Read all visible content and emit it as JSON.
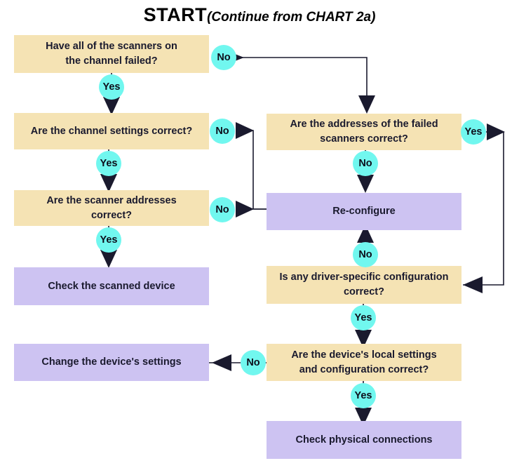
{
  "title": {
    "main": "START",
    "sub": "(Continue from CHART 2a)"
  },
  "colors": {
    "decision_fill": "#f5e3b4",
    "action_fill": "#cdc3f2",
    "label_fill": "#71f7ef",
    "edge": "#1a1a2e",
    "text": "#1a1a2e",
    "background": "#ffffff"
  },
  "nodes": {
    "scanners_failed": {
      "line1": "Have all of the scanners on",
      "line2": "the channel failed?",
      "type": "decision"
    },
    "channel_settings": {
      "line1": "Are the channel settings correct?",
      "line2": "",
      "type": "decision"
    },
    "scanner_addresses": {
      "line1": "Are the scanner addresses",
      "line2": "correct?",
      "type": "decision"
    },
    "check_scanned_device": {
      "line1": "Check the scanned device",
      "line2": "",
      "type": "action"
    },
    "change_device_settings": {
      "line1": "Change the device's settings",
      "line2": "",
      "type": "action"
    },
    "failed_addresses": {
      "line1": "Are the addresses of the failed",
      "line2": "scanners correct?",
      "type": "decision"
    },
    "reconfigure": {
      "line1": "Re-configure",
      "line2": "",
      "type": "action"
    },
    "driver_config": {
      "line1": "Is any driver-specific configuration",
      "line2": "correct?",
      "type": "decision"
    },
    "local_settings": {
      "line1": "Are the device's local settings",
      "line2": "and configuration correct?",
      "type": "decision"
    },
    "check_physical": {
      "line1": "Check physical connections",
      "line2": "",
      "type": "action"
    }
  },
  "edge_labels": {
    "scanners_failed_no": "No",
    "scanners_failed_yes": "Yes",
    "channel_settings_no": "No",
    "channel_settings_yes": "Yes",
    "scanner_addresses_no": "No",
    "scanner_addresses_yes": "Yes",
    "failed_addresses_yes": "Yes",
    "failed_addresses_no": "No",
    "driver_config_no": "No",
    "driver_config_yes": "Yes",
    "local_settings_no": "No",
    "local_settings_yes": "Yes"
  }
}
